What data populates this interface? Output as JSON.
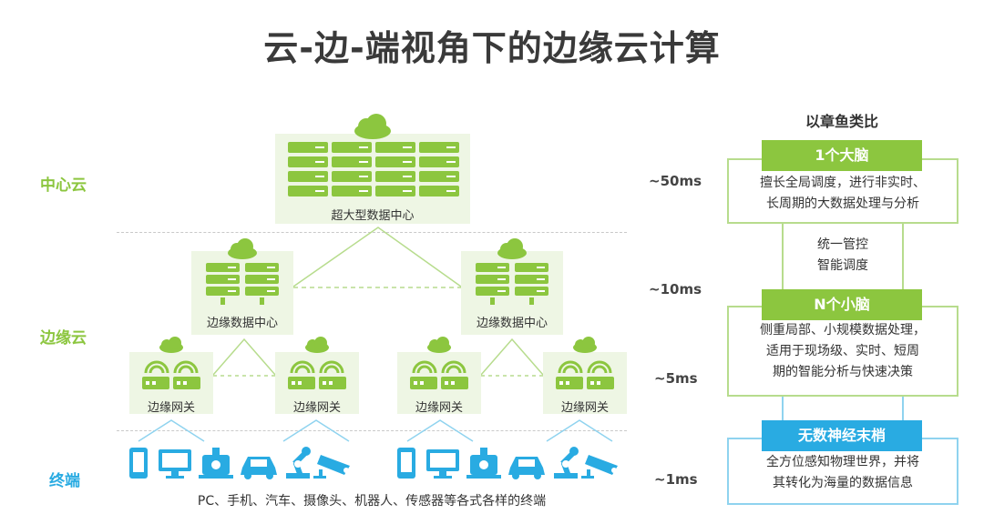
{
  "title": "云-边-端视角下的边缘云计算",
  "tiers": {
    "center": "中心云",
    "edge": "边缘云",
    "terminal": "终端"
  },
  "latencies": [
    "~50ms",
    "~10ms",
    "~5ms",
    "~1ms"
  ],
  "nodes": {
    "super_dc": "超大型数据中心",
    "edge_dc": [
      "边缘数据中心",
      "边缘数据中心"
    ],
    "gateways": [
      "边缘网关",
      "边缘网关",
      "边缘网关",
      "边缘网关"
    ],
    "devices_caption": "PC、手机、汽车、摄像头、机器人、传感器等各式各样的终端"
  },
  "devices": [
    "phone-icon",
    "monitor-icon",
    "sensor-icon",
    "car-icon",
    "robot-arm-icon",
    "camera-icon"
  ],
  "analogy": {
    "heading": "以章鱼类比",
    "brain": {
      "badge": "1个大脑",
      "lines": [
        "擅长全局调度，进行非实时、",
        "长周期的大数据处理与分析"
      ]
    },
    "middle": [
      "统一管控",
      "智能调度"
    ],
    "small_brains": {
      "badge": "N个小脑",
      "lines": [
        "侧重局部、小规模数据处理，",
        "适用于现场级、实时、短周",
        "期的智能分析与快速决策"
      ]
    },
    "nerves": {
      "badge": "无数神经末梢",
      "lines": [
        "全方位感知物理世界，并将",
        "其转化为海量的数据信息"
      ]
    }
  },
  "colors": {
    "green": "#8cc63f",
    "light_green_bg": "#eef6e4",
    "blue": "#29abe2",
    "title": "#3a3a3a"
  }
}
